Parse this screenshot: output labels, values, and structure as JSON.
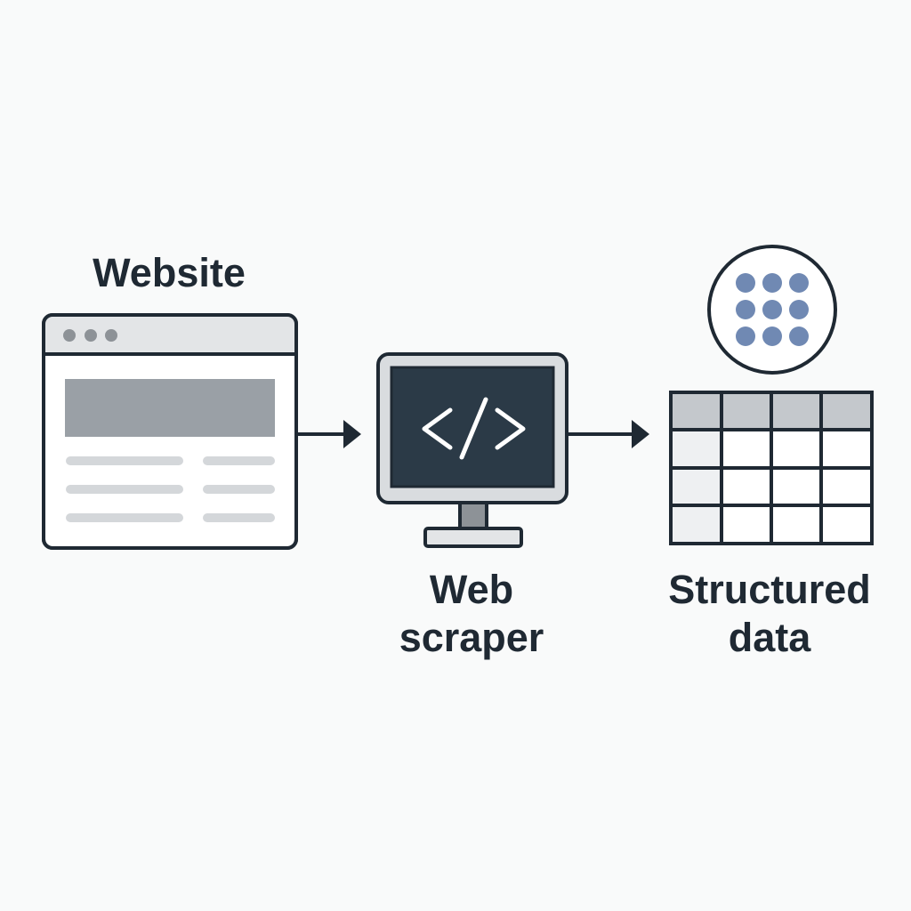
{
  "labels": {
    "website": "Website",
    "scraper_line1": "Web",
    "scraper_line2": "scraper",
    "data_line1": "Structured",
    "data_line2": "data"
  },
  "icons": {
    "website": "browser-window-icon",
    "scraper": "monitor-code-icon",
    "code_symbol": "</>",
    "data": "table-grid-icon",
    "dots": "dot-grid-icon"
  },
  "colors": {
    "outline": "#1f2933",
    "screen": "#2b3a47",
    "gray_block": "#9aa0a6",
    "light_gray": "#d4d7da",
    "header_gray": "#c4c8cc",
    "dot_blue": "#7089b3",
    "background": "#f9fafa"
  },
  "flow": [
    "Website",
    "Web scraper",
    "Structured data"
  ]
}
